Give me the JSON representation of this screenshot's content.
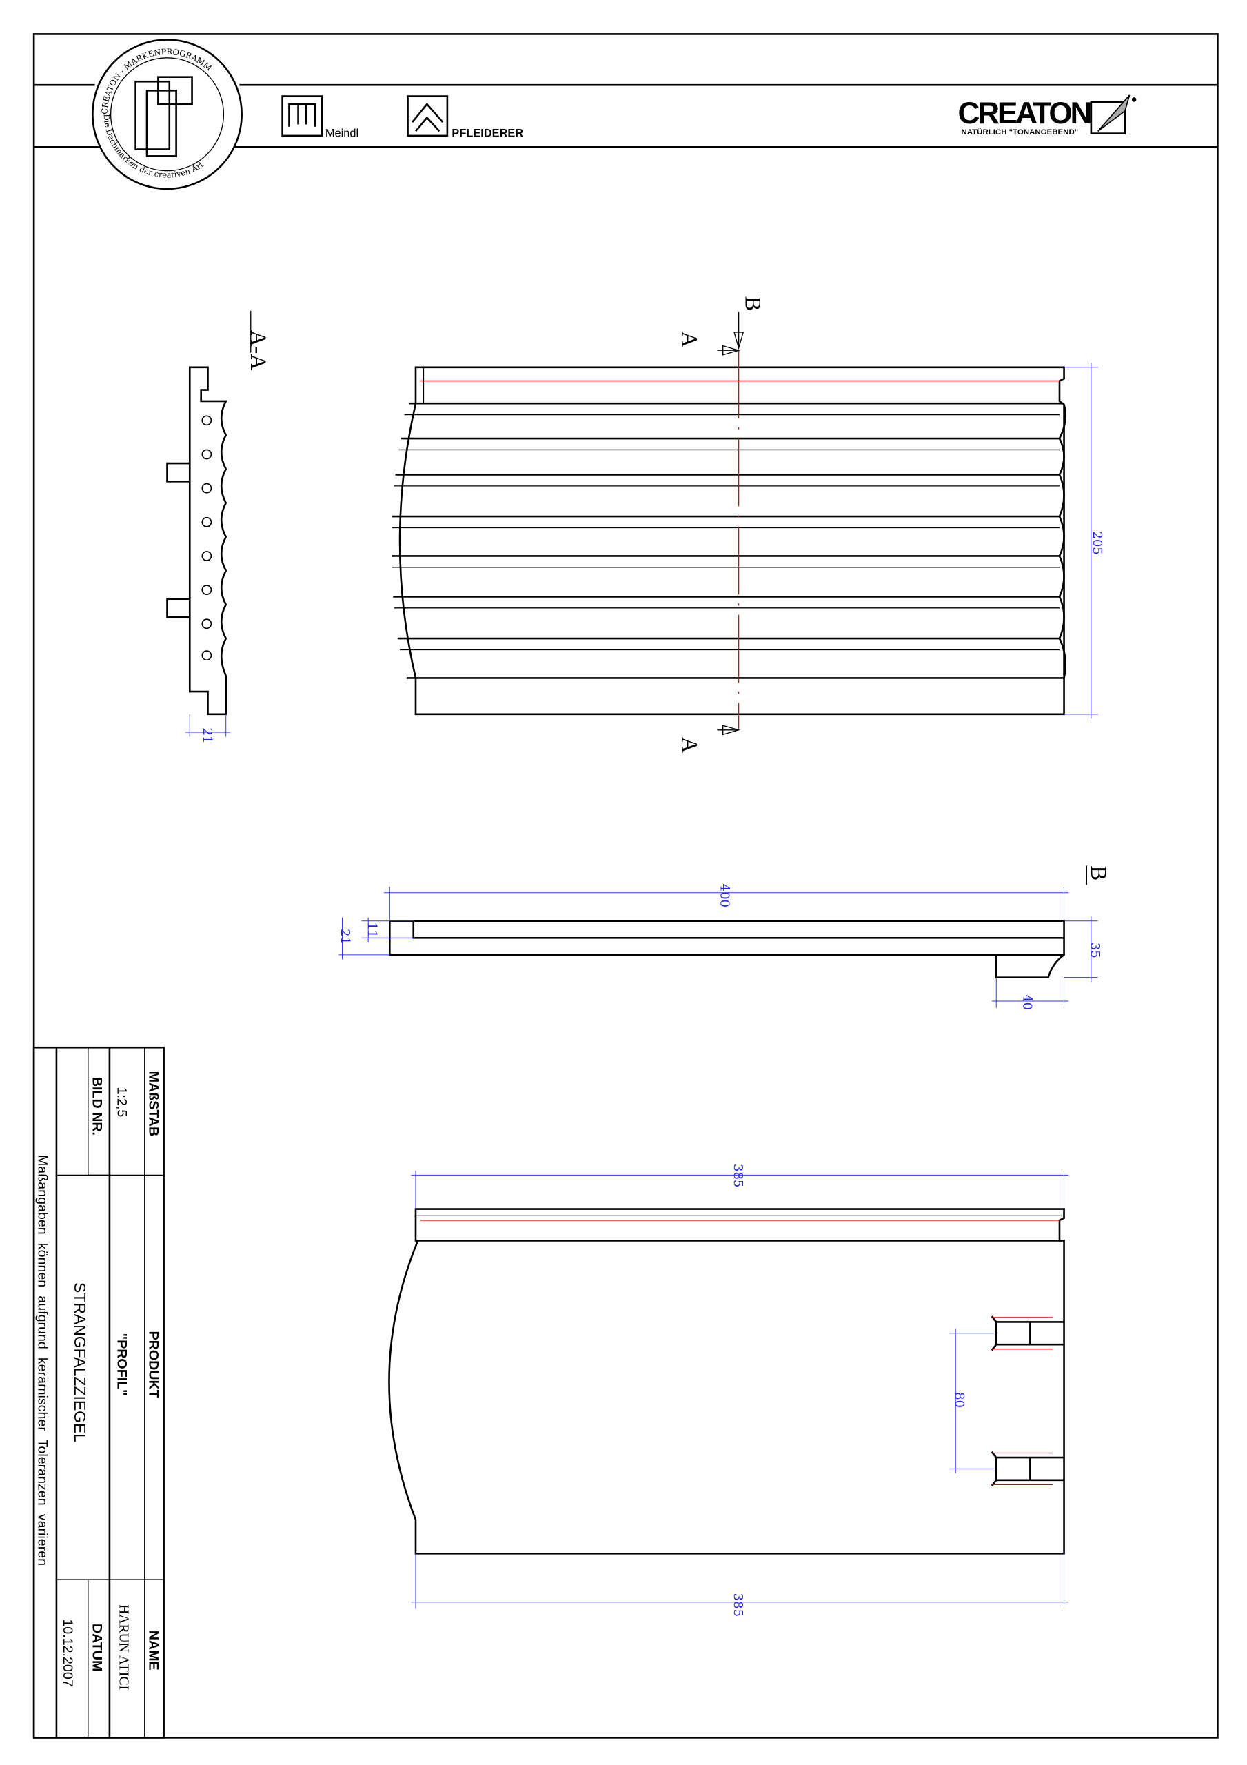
{
  "header": {
    "seal_text_top": "CREATON - MARKENPROGRAMM",
    "seal_text_bottom": "Die Dachmarken der creativen Art",
    "brand_meindl": "Meindl",
    "brand_pfleiderer": "PFLEIDERER",
    "brand_creaton": "CREATON",
    "creaton_slogan": "NATÜRLICH \"TONANGEBEND\""
  },
  "section_labels": {
    "section_aa": "A-A",
    "cut_a": "A",
    "cut_b": "B"
  },
  "dimensions": {
    "section_thickness": "21",
    "top_height": "205",
    "side_length": "400",
    "side_11": "11",
    "side_21": "21",
    "side_35": "35",
    "side_40": "40",
    "bottom_width_top": "385",
    "bottom_width_bottom": "385",
    "lug_spacing": "80"
  },
  "title_block": {
    "massstab_label": "MAßSTAB",
    "massstab_value": "1:2,5",
    "bild_nr_label": "BILD NR.",
    "produkt_label": "PRODUKT",
    "produkt_value": "\"PROFIL\"",
    "product_type": "STRANGFALZZIEGEL",
    "name_label": "NAME",
    "name_value": "HARUN ATICI",
    "datum_label": "DATUM",
    "datum_value": "10.12.2007",
    "note": "Maßangaben können aufgrund keramischer Toleranzen variieren"
  }
}
